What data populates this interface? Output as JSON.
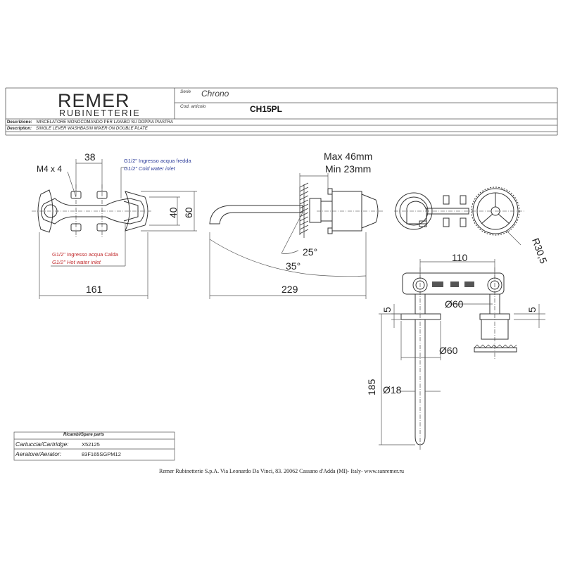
{
  "header": {
    "brand_name": "REMER",
    "brand_sub": "RUBINETTERIE",
    "serie_label": "Serie",
    "serie_value": "Chrono",
    "code_label": "Cod. articolo",
    "code_value": "CH15PL",
    "descrizione_label": "Descrizione:",
    "descrizione_value": "MISCELATORE MONOCOMANDO PER LAVABO SU DOPPIA PIASTRA",
    "description_label": "Description:",
    "description_value": "SINGLE LEVER WASHBASIN MIXER ON DOUBLE PLATE"
  },
  "front_view": {
    "dim_38": "38",
    "dim_m4": "M4 x 4",
    "dim_40": "40",
    "dim_60": "60",
    "dim_161": "161",
    "cold_it": "G1/2\" Ingresso acqua fredda",
    "cold_en": "G1/2\" Cold water inlet",
    "hot_it": "G1/2\" Ingresso acqua Calda",
    "hot_en": "G1/2\" Hot water inlet"
  },
  "side_view": {
    "max": "Max 46mm",
    "min": "Min 23mm",
    "angle_25": "25°",
    "angle_35": "35°",
    "dim_229": "229"
  },
  "right_view": {
    "radius": "R30,5"
  },
  "plan_view": {
    "dim_110": "110",
    "dim_5_left": "5",
    "dim_5_right": "5",
    "dia_60_top": "Ø60",
    "dia_60_bottom": "Ø60",
    "dia_18": "Ø18",
    "dim_185": "185"
  },
  "spare_parts": {
    "title": "Ricambi/Spare parts",
    "rows": [
      {
        "label": "Cartuccia/Cartridge:",
        "value": "X52125"
      },
      {
        "label": "Aeratore/Aerator:",
        "value": "83F165SGPM12"
      }
    ]
  },
  "footer": "Remer Rubinetterie S.p.A. Via Leonardo Da Vinci, 83. 20062 Cassano d'Adda (MI)- Italy- www.sanremer.ru",
  "colors": {
    "line": "#333333",
    "dim_line": "#555555",
    "blue_note": "#2c3c9a",
    "red_note": "#c0282a"
  }
}
